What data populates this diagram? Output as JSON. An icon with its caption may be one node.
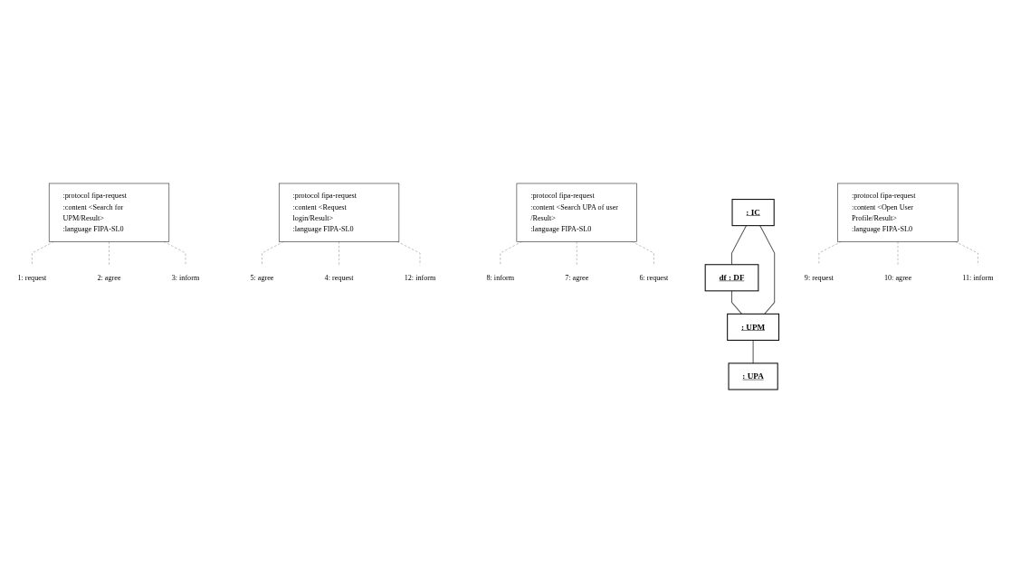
{
  "diagram": {
    "nodes": [
      {
        "text": [
          ":protocol fipa-request",
          ":content <Search for UPM/Result>",
          ":language FIPA-SL0"
        ]
      },
      {
        "text": [
          "1: request"
        ]
      },
      {
        "text": [
          ": IC"
        ]
      },
      {
        "text": [
          "2: agree"
        ]
      },
      {
        "text": [
          "df : DF"
        ]
      },
      {
        "text": [
          "5: agree"
        ]
      },
      {
        "text": [
          ":protocol fipa-request",
          ":content <Request login/Result>",
          ":language FIPA-SL0"
        ]
      },
      {
        "text": [
          "3: inform"
        ]
      },
      {
        "text": [
          "4: request"
        ]
      },
      {
        "text": [
          "8: inform"
        ]
      },
      {
        "text": [
          "6: request"
        ]
      },
      {
        "text": [
          "7: agree"
        ]
      },
      {
        "text": [
          "12: inform"
        ]
      },
      {
        "text": [
          ":protocol fipa-request",
          ":content <Search UPA of user /Result>",
          ":language FIPA-SL0"
        ]
      },
      {
        "text": [
          ": UPM"
        ]
      },
      {
        "text": [
          "9: request"
        ]
      },
      {
        "text": [
          ":protocol fipa-request",
          ":content <Open User Profile/Result>",
          ":language FIPA-SL0"
        ]
      },
      {
        "text": [
          "10: agree"
        ]
      },
      {
        "text": [
          "11: inform"
        ]
      },
      {
        "text": [
          ": UPA"
        ]
      }
    ],
    "edges": [
      {
        "from": 2,
        "to": 4,
        "arrow": "none"
      },
      {
        "from": 4,
        "to": 14,
        "arrow": "none"
      },
      {
        "from": 2,
        "to": 14,
        "arrow": "none"
      },
      {
        "from": 14,
        "to": 19,
        "arrow": "none"
      },
      {
        "from": 0,
        "to": 1,
        "arrow": "none",
        "style": "dashed"
      },
      {
        "from": 0,
        "to": 3,
        "arrow": "none",
        "style": "dashed"
      },
      {
        "from": 0,
        "to": 7,
        "arrow": "none",
        "style": "dashed"
      },
      {
        "from": 6,
        "to": 5,
        "arrow": "none",
        "style": "dashed"
      },
      {
        "from": 6,
        "to": 8,
        "arrow": "none",
        "style": "dashed"
      },
      {
        "from": 6,
        "to": 12,
        "arrow": "none",
        "style": "dashed"
      },
      {
        "from": 13,
        "to": 9,
        "arrow": "none",
        "style": "dashed"
      },
      {
        "from": 13,
        "to": 11,
        "arrow": "none",
        "style": "dashed"
      },
      {
        "from": 13,
        "to": 10,
        "arrow": "none",
        "style": "dashed"
      },
      {
        "from": 16,
        "to": 15,
        "arrow": "none",
        "style": "dashed"
      },
      {
        "from": 16,
        "to": 17,
        "arrow": "none",
        "style": "dashed"
      },
      {
        "from": 16,
        "to": 18,
        "arrow": "none",
        "style": "dashed"
      }
    ]
  }
}
